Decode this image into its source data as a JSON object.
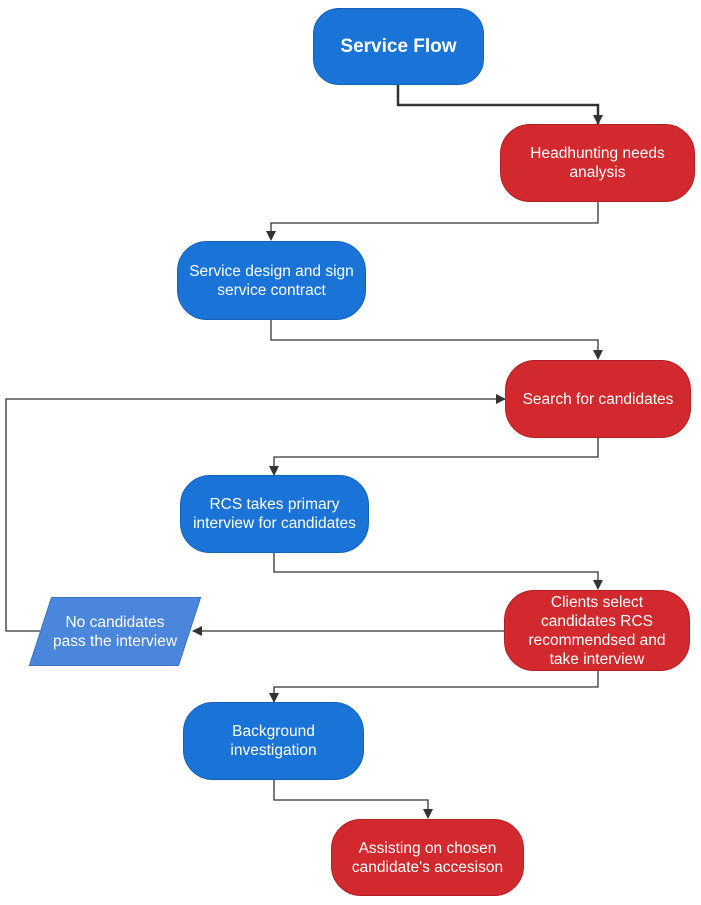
{
  "colors": {
    "blue": "#1a73d6",
    "red": "#d1292d",
    "para": "#4a86dc",
    "line": "#333333"
  },
  "nodes": {
    "service_flow": "Service Flow",
    "headhunting": "Headhunting needs analysis",
    "service_design": "Service design and sign service contract",
    "search": "Search for candidates",
    "rcs_interview": "RCS takes primary interview for candidates",
    "clients_select": "Clients select candidates RCS recommendsed and take interview",
    "no_candidates": "No candidates pass the interview",
    "background": "Background investigation",
    "assisting": "Assisting on chosen candidate's accesison"
  }
}
